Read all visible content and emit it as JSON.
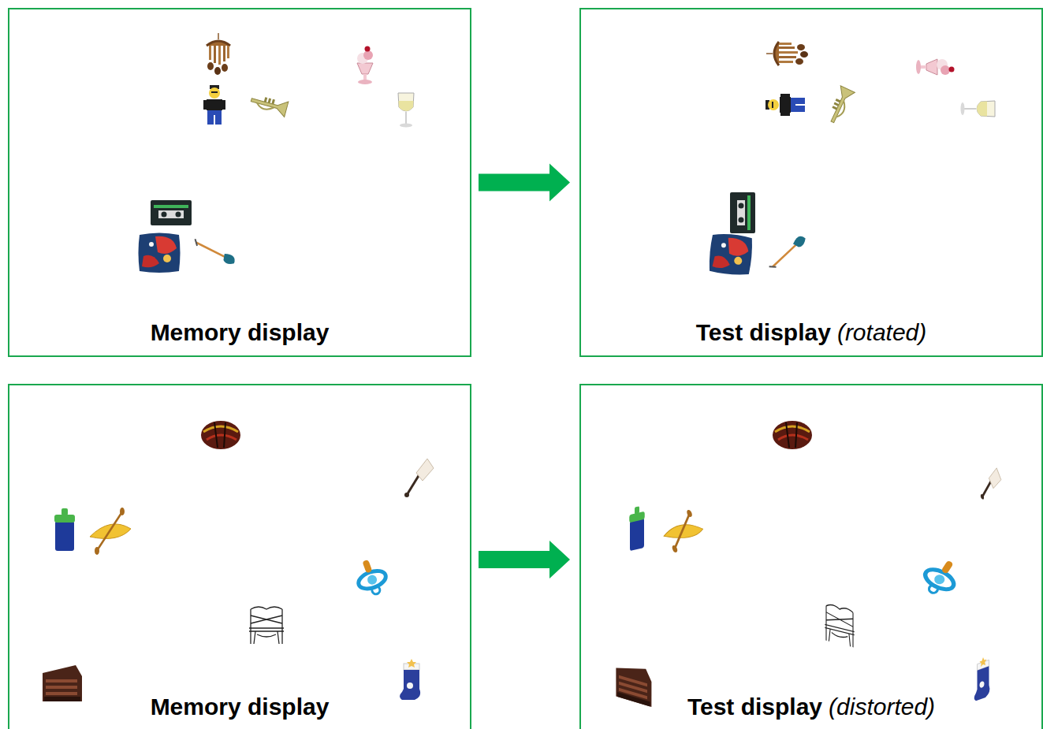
{
  "diagram": {
    "nodes": [
      {
        "text": [
          "Memory display"
        ]
      },
      {
        "text": [
          "Test display",
          "(rotated)"
        ]
      },
      {
        "text": [
          "Memory display"
        ]
      },
      {
        "text": [
          "Test display",
          "(distorted)"
        ]
      }
    ],
    "edges": [
      {
        "from": 0,
        "to": 1,
        "arrow": "to"
      },
      {
        "from": 2,
        "to": 3,
        "arrow": "to"
      }
    ]
  }
}
